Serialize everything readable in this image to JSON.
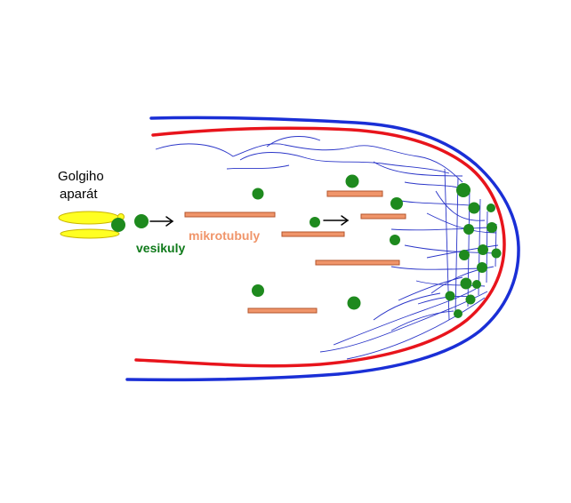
{
  "labels": {
    "golgi_line1": "Golgiho",
    "golgi_line2": "aparát",
    "vesicles": "vesikuly",
    "microtubules": "mikrotubuly"
  },
  "colors": {
    "outer_membrane": "#1a2fd6",
    "inner_membrane": "#e8141c",
    "actin_network": "#2a35c8",
    "vesicle": "#1e8a1e",
    "microtubule_fill": "#f0956a",
    "microtubule_stroke": "#b3552c",
    "golgi_fill": "#ffff22",
    "golgi_stroke": "#c8b400",
    "vesicles_label": "#0f7a1a",
    "microtubules_label": "#f0956a",
    "text": "#000000"
  },
  "icons": [
    "arrow-icon"
  ]
}
